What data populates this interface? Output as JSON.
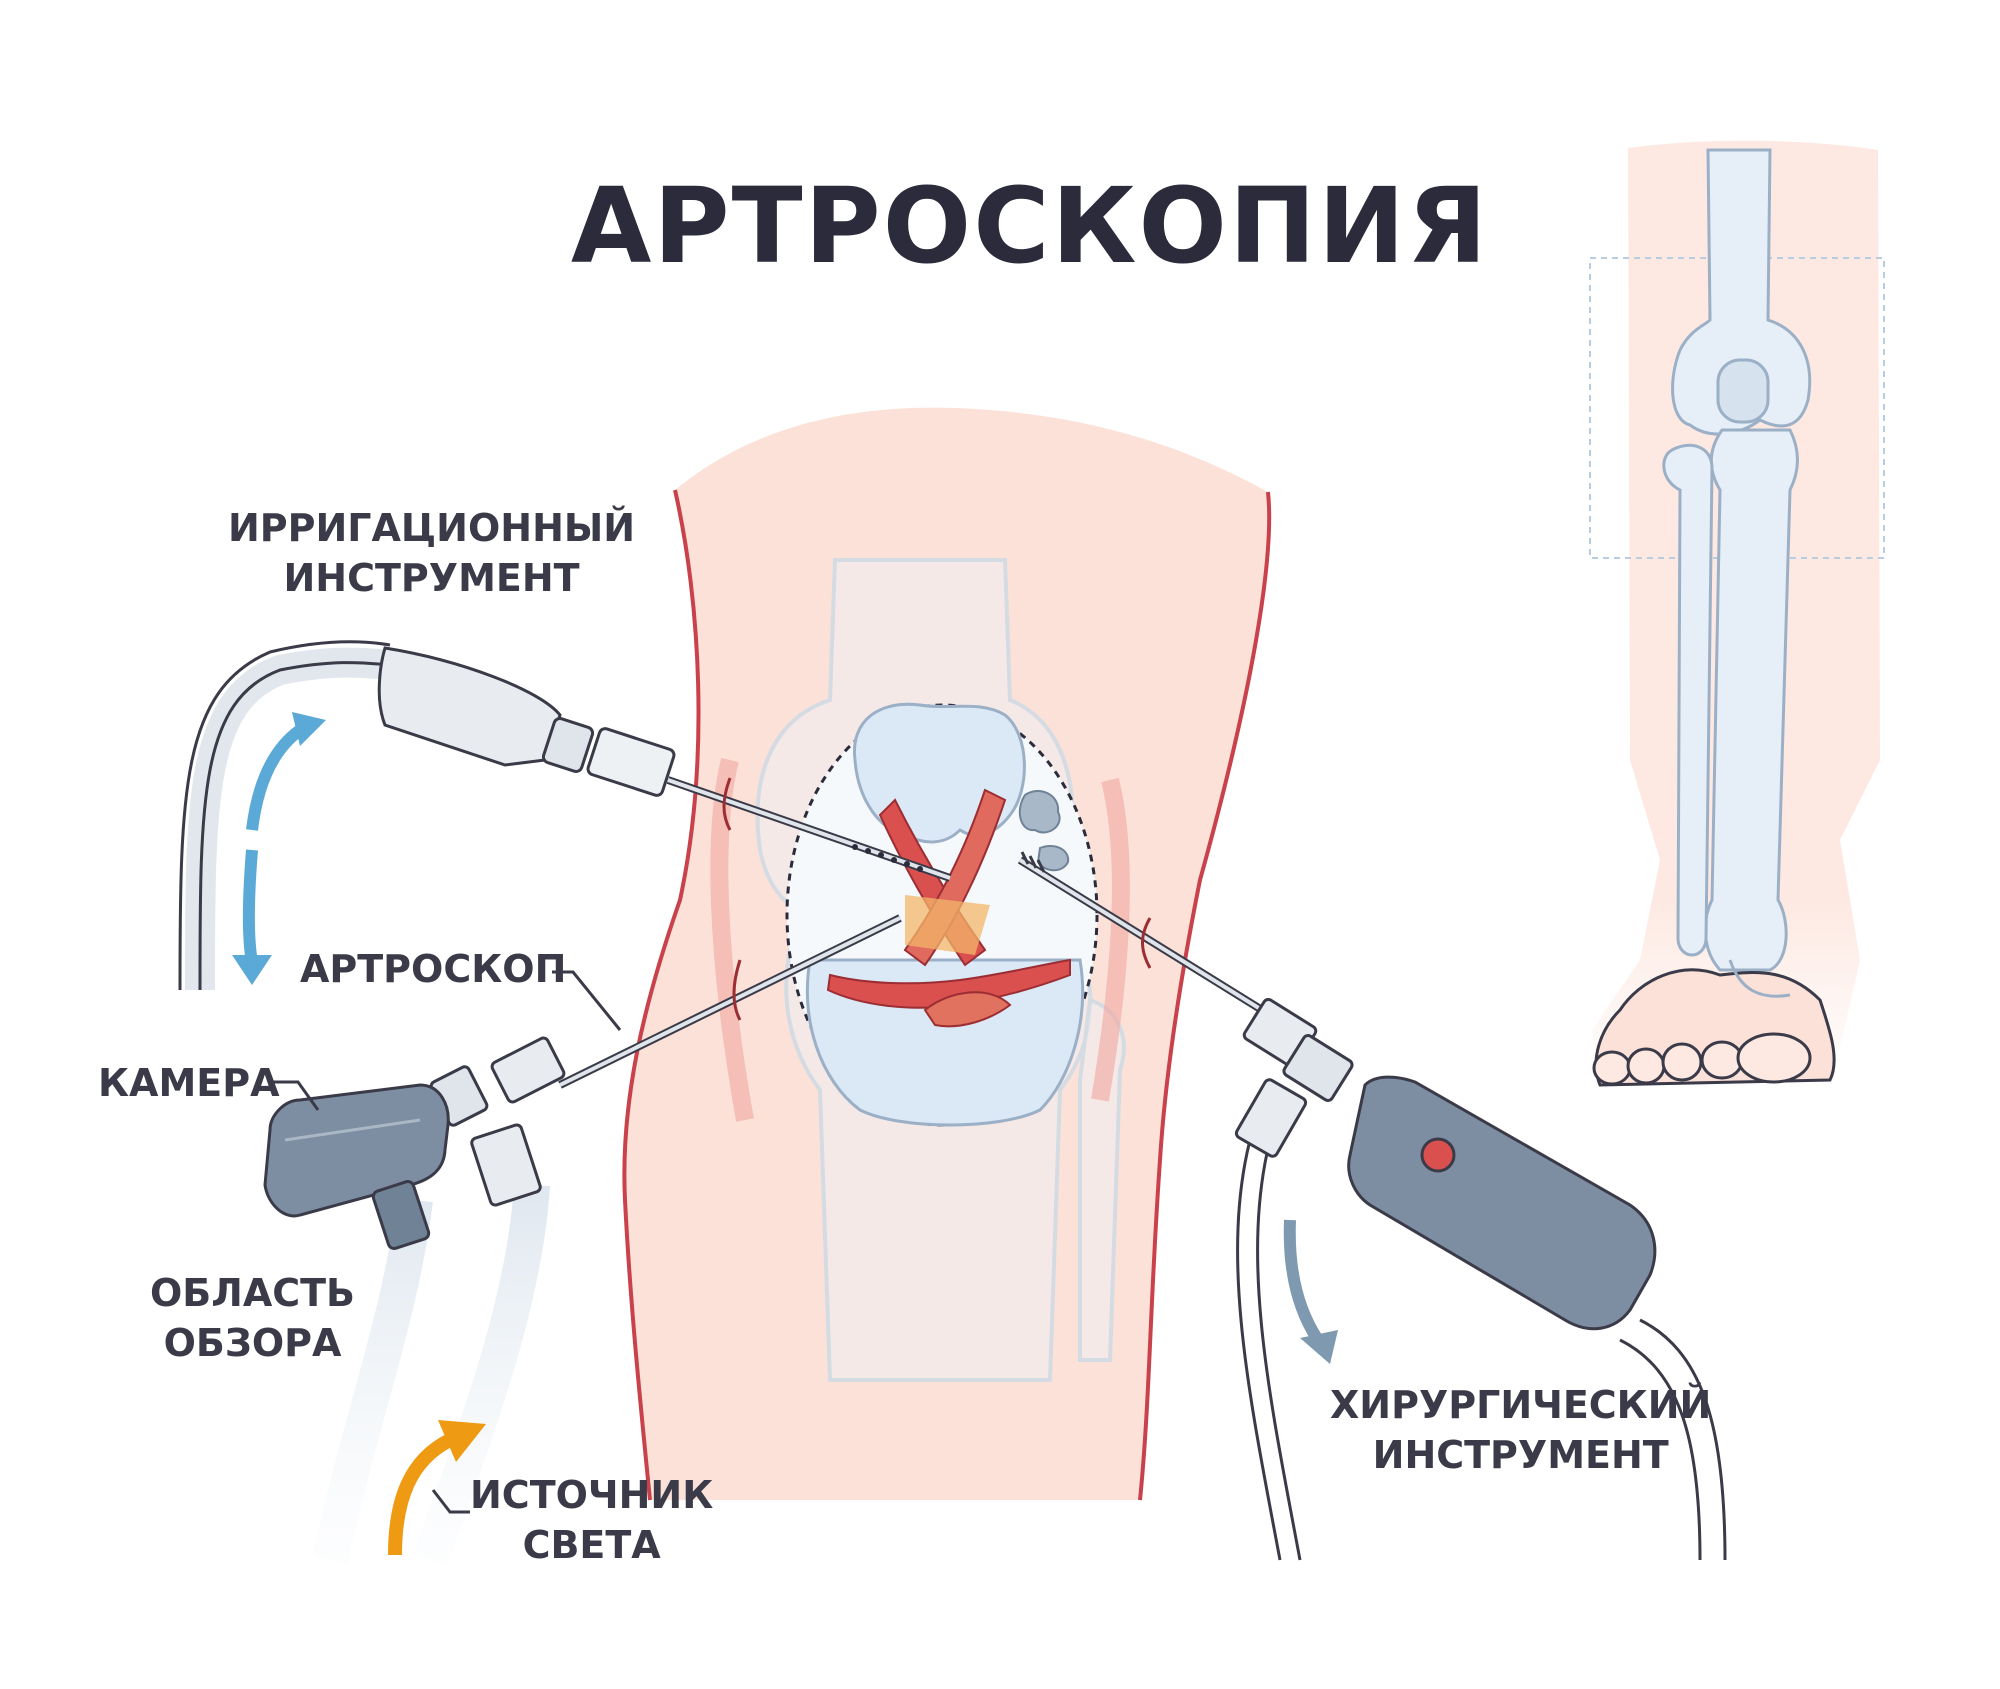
{
  "title": "АРТРОСКОПИЯ",
  "labels": {
    "irrigation_1": "ИРРИГАЦИОННЫЙ",
    "irrigation_2": "ИНСТРУМЕНТ",
    "arthroscope": "АРТРОСКОП",
    "camera": "КАМЕРА",
    "view_1": "ОБЛАСТЬ",
    "view_2": "ОБЗОРА",
    "light_1": "ИСТОЧНИК",
    "light_2": "СВЕТА",
    "surgical_1": "ХИРУРГИЧЕСКИЙ",
    "surgical_2": "ИНСТРУМЕНТ"
  },
  "colors": {
    "skin": "#fbe1d8",
    "skin_outline": "#c9414b",
    "bone": "#e4edf6",
    "bone_outline": "#9bb0c6",
    "instrument": "#6f8296",
    "instrument_light": "#e8ecf0",
    "arrow_blue": "#5ba9d6",
    "arrow_orange": "#ee9a12",
    "arrow_grey": "#7f9ab0",
    "muscle": "#d9504f",
    "text": "#2b2b3c"
  }
}
